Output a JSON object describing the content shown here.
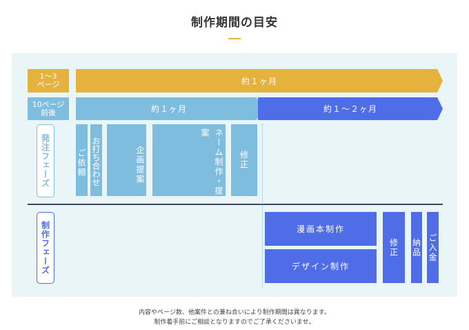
{
  "title": "制作期間の目安",
  "rows": {
    "row1": {
      "label": "1〜3\nページ",
      "arrow": "約１ヶ月"
    },
    "row2": {
      "label": "10ページ\n前後",
      "arrow_a": "約１ヶ月",
      "arrow_b": "約１〜２ヶ月"
    }
  },
  "order_phase": {
    "label": "発注フェーズ",
    "steps": [
      "ご依頼",
      "お打ち合わせ",
      "企画提案",
      "ネーム制作・提案",
      "修正"
    ]
  },
  "production_phase": {
    "label": "制作フェーズ",
    "steps": [
      "漫画本制作",
      "デザイン制作",
      "修正",
      "納品",
      "ご入金"
    ]
  },
  "footer": {
    "line1": "内容やページ数、他案件との兼ね合いにより制作期間は異なります。",
    "line2": "制作着手前にご相談となりますのでご了承くださいませ。"
  },
  "colors": {
    "gold": "#e5b33d",
    "light_blue": "#7fbddf",
    "dark_blue": "#4f6de6",
    "panel_bg": "#eaf5f8"
  }
}
